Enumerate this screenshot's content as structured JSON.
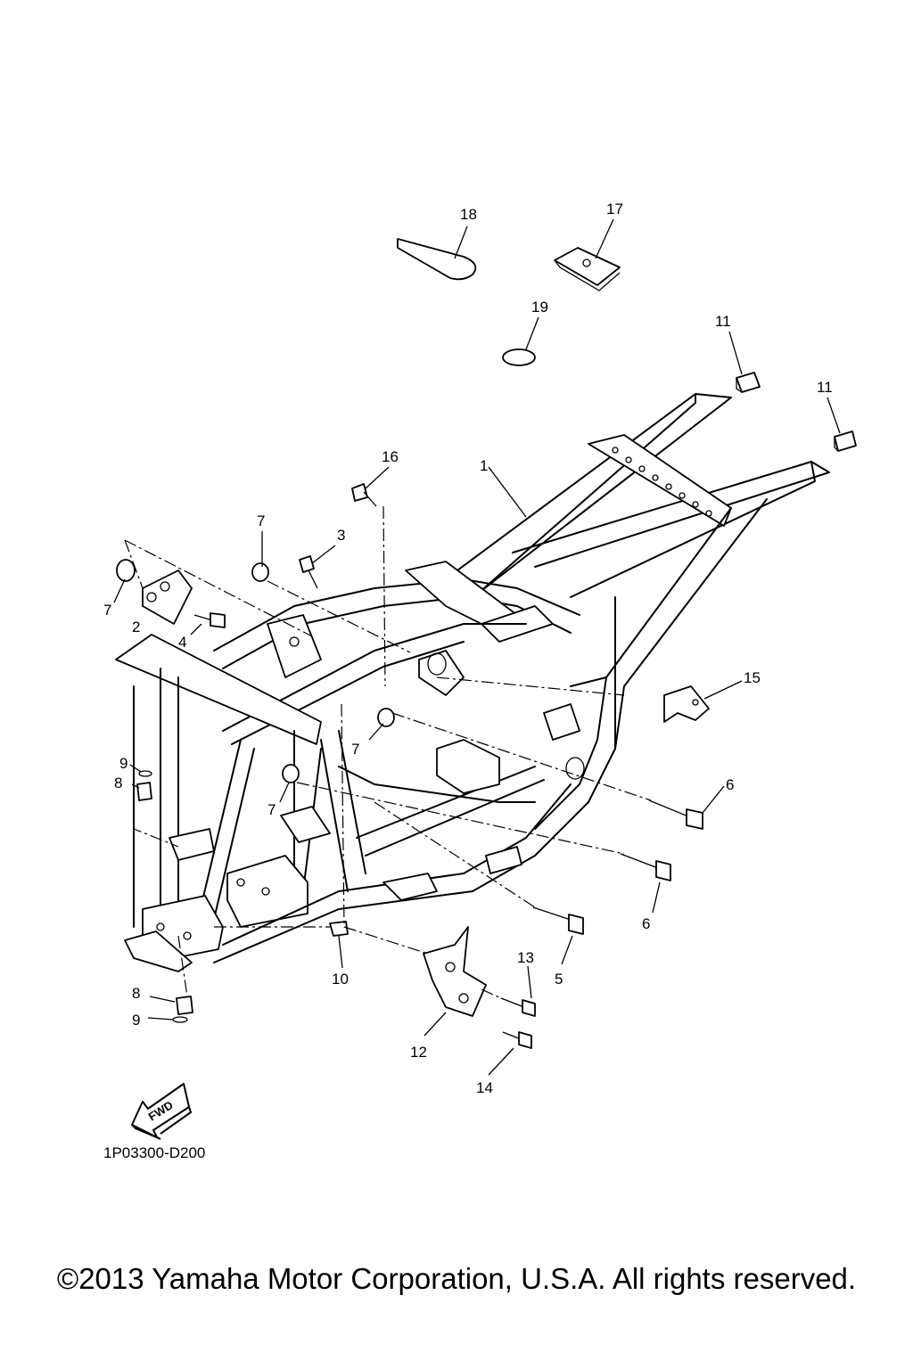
{
  "diagram_code": "1P03300-D200",
  "fwd_label": "FWD",
  "copyright": "©2013 Yamaha Motor Corporation, U.S.A. All rights reserved.",
  "callouts": {
    "c1": "1",
    "c2": "2",
    "c3": "3",
    "c4": "4",
    "c5": "5",
    "c6a": "6",
    "c6b": "6",
    "c7a": "7",
    "c7b": "7",
    "c7c": "7",
    "c7d": "7",
    "c8a": "8",
    "c8b": "8",
    "c9a": "9",
    "c9b": "9",
    "c10": "10",
    "c11a": "11",
    "c11b": "11",
    "c12": "12",
    "c13": "13",
    "c14": "14",
    "c15": "15",
    "c16": "16",
    "c17": "17",
    "c18": "18",
    "c19": "19"
  }
}
